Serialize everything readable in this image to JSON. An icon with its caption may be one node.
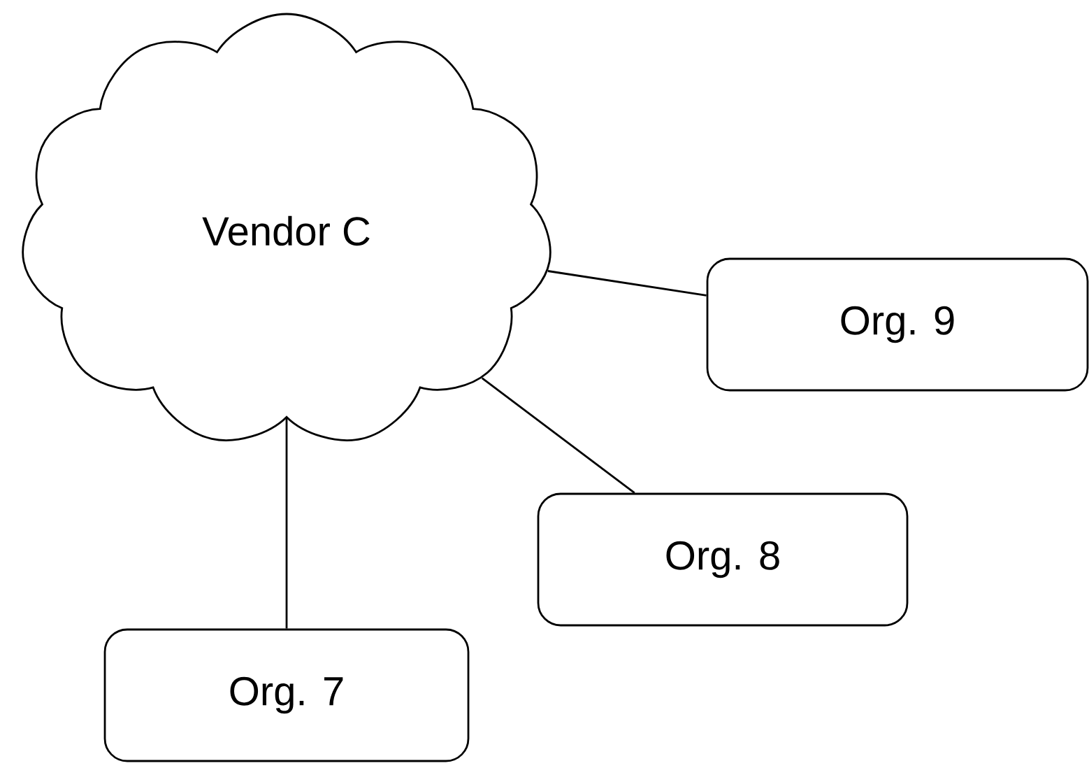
{
  "diagram": {
    "nodes": [
      {
        "text": [
          "Vendor C"
        ]
      },
      {
        "text": [
          "Org. 9"
        ]
      },
      {
        "text": [
          "Org. 8"
        ]
      },
      {
        "text": [
          "Org. 7"
        ]
      }
    ],
    "edges": [
      {
        "from": 0,
        "to": 1,
        "arrow": "none"
      },
      {
        "from": 0,
        "to": 2,
        "arrow": "none"
      },
      {
        "from": 0,
        "to": 3,
        "arrow": "none"
      }
    ]
  }
}
